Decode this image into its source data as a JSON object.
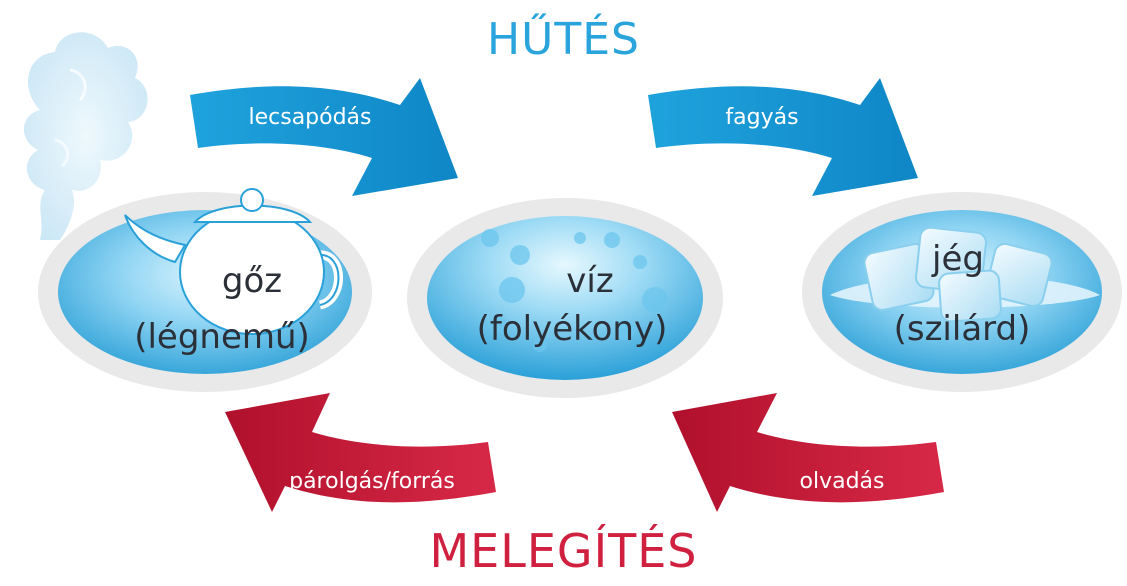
{
  "diagram": {
    "title_cooling": "HŰTÉS",
    "title_heating": "MELEGÍTÉS",
    "states": [
      {
        "name": "gőz",
        "sub": "(légnemű)"
      },
      {
        "name": "víz",
        "sub": "(folyékony)"
      },
      {
        "name": "jég",
        "sub": "(szilárd)"
      }
    ],
    "arrows": {
      "condensation": "lecsapódás",
      "freezing": "fagyás",
      "evaporation": "párolgás/forrás",
      "melting": "olvadás"
    },
    "colors": {
      "cooling": "#1a9ad6",
      "heating": "#cc1f3d",
      "water_light": "#cfeefb",
      "water_dark": "#2a9fd6",
      "ring": "#e9e9ea"
    },
    "icons": [
      "steam-icon",
      "teapot-icon",
      "water-drops-icon",
      "ice-cubes-icon"
    ]
  }
}
